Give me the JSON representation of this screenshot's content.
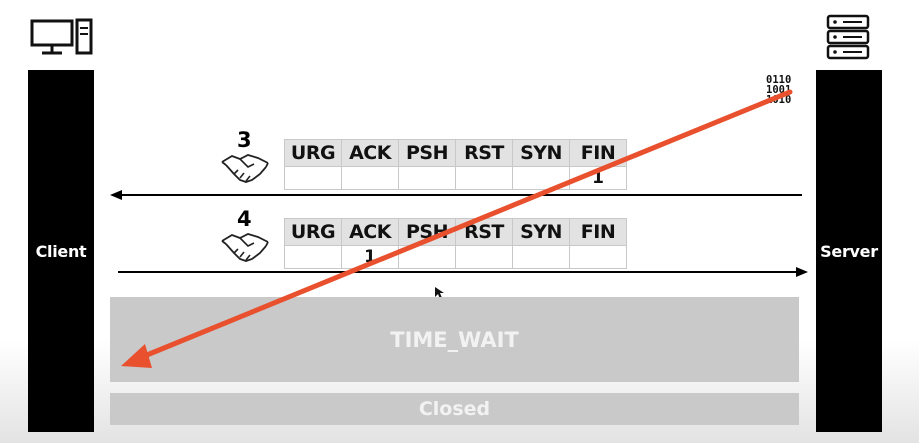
{
  "icons": {
    "client": "desktop-computer-icon",
    "server": "server-rack-icon",
    "handshake": "handshake-icon"
  },
  "client_label": "Client",
  "server_label": "Server",
  "binary_lines": [
    "0110",
    "1001",
    "1010"
  ],
  "steps": [
    {
      "number": "3",
      "direction": "server-to-client",
      "flags": [
        "URG",
        "ACK",
        "PSH",
        "RST",
        "SYN",
        "FIN"
      ],
      "values": [
        "",
        "",
        "",
        "",
        "",
        "1"
      ]
    },
    {
      "number": "4",
      "direction": "client-to-server",
      "flags": [
        "URG",
        "ACK",
        "PSH",
        "RST",
        "SYN",
        "FIN"
      ],
      "values": [
        "",
        "1",
        "",
        "",
        "",
        ""
      ]
    }
  ],
  "states": {
    "time_wait": "TIME_WAIT",
    "closed": "Closed"
  },
  "colors": {
    "bar": "#000000",
    "header_cell": "#e2e2e2",
    "state_box": "#c9c9c9",
    "annotation_arrow": "#e8502e"
  }
}
